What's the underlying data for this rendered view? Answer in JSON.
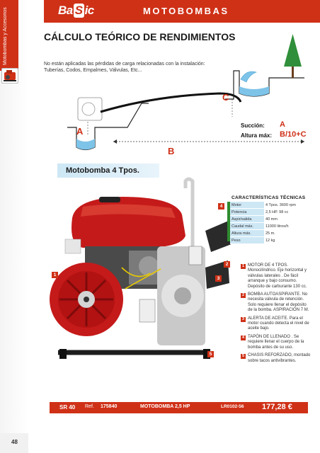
{
  "sidebar": {
    "category": "Motobombas y Accesorios"
  },
  "header": {
    "logo": "BaSic",
    "title": "MOTOBOMBAS"
  },
  "section_title": "CÁLCULO TEÓRICO DE RENDIMIENTOS",
  "intro": "No están aplicadas las pérdidas de carga relacionadas con la instalación: Tuberías, Codos, Empalmes, Válvulas, Etc...",
  "diagram": {
    "label_a": "A",
    "label_b": "B",
    "label_c": "C",
    "succion_label": "Succión:",
    "succion_value": "A",
    "altura_label": "Altura máx:",
    "altura_value": "B/10+C"
  },
  "product": {
    "heading": "Motobomba 4 Tpos."
  },
  "specs": {
    "title": "CARACTERÍSTICAS TÉCNICAS",
    "rows": [
      {
        "k": "Motor",
        "v": "4 Tpos. 3600 rpm"
      },
      {
        "k": "Potencia",
        "v": "2,5 HP.  98 cc"
      },
      {
        "k": "Aspir/salida",
        "v": "40 mm"
      },
      {
        "k": "Caudal máx.",
        "v": "11000 litros/h"
      },
      {
        "k": "Altura máx.",
        "v": "25 m."
      },
      {
        "k": "Peso",
        "v": "12 kg"
      }
    ]
  },
  "features": [
    {
      "num": "1",
      "text": "MOTOR DE 4 TPOS. Monocilíndrico. Eje horizontal y válvulas laterales . De fácil arranque y bajo consumo. Depósito de carburante 130 cc."
    },
    {
      "num": "2",
      "text": "BOMBA AUTOASPIRANTE. No necesita válvula de retención. Solo requiere llenar el depósito de la bomba. ASPIRACIÓN 7 M."
    },
    {
      "num": "3",
      "text": "ALERTA DE ACEITE. Para el motor cuando detecta el nivel de aceite bajo."
    },
    {
      "num": "4",
      "text": "TAPÓN DE LLENADO . Se requiere llenar el cuerpo de la bomba antes de su uso."
    },
    {
      "num": "5",
      "text": "CHASIS REFORZADO, montado sobre tacos antivibrantes."
    }
  ],
  "callouts": {
    "c1": "1",
    "c2": "2",
    "c3": "3",
    "c4": "4",
    "c5": "5"
  },
  "price_bar": {
    "code": "SR 40",
    "ref_label": "Ref.",
    "ref": "175840",
    "name": "MOTOBOMBA 2,5 HP",
    "lr": "LR0102-56",
    "price": "177,28 €"
  },
  "page_number": "48",
  "colors": {
    "brand_red": "#cf3117",
    "light_blue": "#cde7f5",
    "spec_green": "#2e8b2e"
  }
}
